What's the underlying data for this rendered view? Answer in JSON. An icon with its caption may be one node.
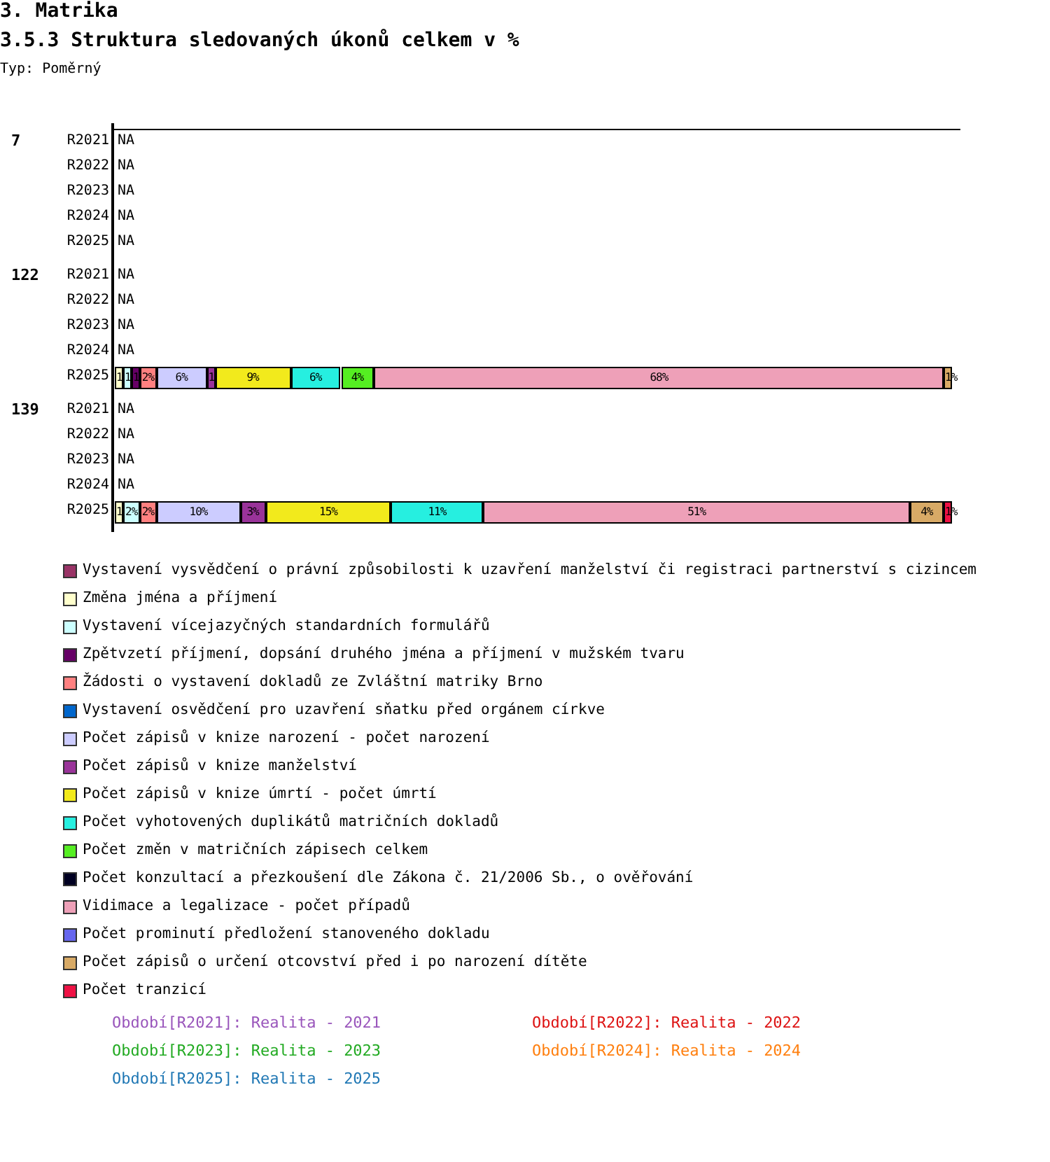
{
  "diagram": {
    "labels": [
      "3. Matrika",
      "3.5.3 Struktura sledovaných úkonů celkem v %",
      "Typ: Poměrný",
      "7",
      "122",
      "139",
      "Období[R2021]: Realita - 2021",
      "Období[R2022]: Realita - 2022",
      "Období[R2023]: Realita - 2023",
      "Období[R2024]: Realita - 2024",
      "Období[R2025]: Realita - 2025"
    ],
    "chart_data": {
      "type": "bar",
      "orientation": "horizontal",
      "stacked": true,
      "data_labels": true,
      "categories": [
        "R2021",
        "R2022",
        "R2023",
        "R2024",
        "R2025",
        "R2021",
        "R2022",
        "R2023",
        "R2024",
        "R2025",
        "R2021",
        "R2022",
        "R2023",
        "R2024",
        "R2025"
      ],
      "legend": true,
      "annotations": [
        "NA",
        "NA",
        "NA",
        "NA",
        "NA",
        "NA",
        "NA",
        "NA",
        "NA",
        "NA",
        "NA",
        "NA",
        "NA"
      ],
      "series": [
        {
          "name": "Vystavení vysvědčení o právní způsobilosti k uzavření manželství či registraci partnerství s cizincem",
          "color": "#993366",
          "values": [
            null,
            null,
            null,
            null,
            null,
            null,
            null,
            null,
            null,
            null,
            null,
            null,
            null,
            null,
            null
          ],
          "value_labels": [
            null,
            null,
            null,
            null,
            null,
            null,
            null,
            null,
            null,
            null,
            null,
            null,
            null,
            null,
            null
          ]
        },
        {
          "name": "Změna jména a příjmení",
          "color": "#ffffcc",
          "values": [
            null,
            null,
            null,
            null,
            null,
            null,
            null,
            null,
            null,
            1,
            null,
            null,
            null,
            null,
            1
          ],
          "value_labels": [
            null,
            null,
            null,
            null,
            null,
            null,
            null,
            null,
            null,
            "1",
            null,
            null,
            null,
            null,
            "1"
          ]
        },
        {
          "name": "Vystavení vícejazyčných standardních formulářů",
          "color": "#ccffff",
          "values": [
            null,
            null,
            null,
            null,
            null,
            null,
            null,
            null,
            null,
            1,
            null,
            null,
            null,
            null,
            2
          ],
          "value_labels": [
            null,
            null,
            null,
            null,
            null,
            null,
            null,
            null,
            null,
            "1",
            null,
            null,
            null,
            null,
            "2%"
          ]
        },
        {
          "name": "Zpětvzetí příjmení, dopsání druhého jména a příjmení v mužském tvaru",
          "color": "#660066",
          "values": [
            null,
            null,
            null,
            null,
            null,
            null,
            null,
            null,
            null,
            1,
            null,
            null,
            null,
            null,
            null
          ],
          "value_labels": [
            null,
            null,
            null,
            null,
            null,
            null,
            null,
            null,
            null,
            "1",
            null,
            null,
            null,
            null,
            null
          ]
        },
        {
          "name": "Žádosti o vystavení dokladů ze Zvláštní matriky Brno",
          "color": "#ff8080",
          "values": [
            null,
            null,
            null,
            null,
            null,
            null,
            null,
            null,
            null,
            2,
            null,
            null,
            null,
            null,
            2
          ],
          "value_labels": [
            null,
            null,
            null,
            null,
            null,
            null,
            null,
            null,
            null,
            "2%",
            null,
            null,
            null,
            null,
            "2%"
          ]
        },
        {
          "name": "Vystavení osvědčení pro uzavření sňatku před orgánem církve",
          "color": "#0066cc",
          "values": [
            null,
            null,
            null,
            null,
            null,
            null,
            null,
            null,
            null,
            null,
            null,
            null,
            null,
            null,
            null
          ],
          "value_labels": [
            null,
            null,
            null,
            null,
            null,
            null,
            null,
            null,
            null,
            null,
            null,
            null,
            null,
            null,
            null
          ]
        },
        {
          "name": "Počet zápisů v knize narození - počet narození",
          "color": "#ccccff",
          "values": [
            null,
            null,
            null,
            null,
            null,
            null,
            null,
            null,
            null,
            6,
            null,
            null,
            null,
            null,
            10
          ],
          "value_labels": [
            null,
            null,
            null,
            null,
            null,
            null,
            null,
            null,
            null,
            "6%",
            null,
            null,
            null,
            null,
            "10%"
          ]
        },
        {
          "name": "Počet zápisů v knize manželství",
          "color": "#993399",
          "values": [
            null,
            null,
            null,
            null,
            null,
            null,
            null,
            null,
            null,
            1,
            null,
            null,
            null,
            null,
            3
          ],
          "value_labels": [
            null,
            null,
            null,
            null,
            null,
            null,
            null,
            null,
            null,
            "1",
            null,
            null,
            null,
            null,
            "3%"
          ]
        },
        {
          "name": "Počet zápisů v knize úmrtí - počet úmrtí",
          "color": "#f2ea1c",
          "values": [
            null,
            null,
            null,
            null,
            null,
            null,
            null,
            null,
            null,
            9,
            null,
            null,
            null,
            null,
            15
          ],
          "value_labels": [
            null,
            null,
            null,
            null,
            null,
            null,
            null,
            null,
            null,
            "9%",
            null,
            null,
            null,
            null,
            "15%"
          ]
        },
        {
          "name": "Počet vyhotovených duplikátů matričních dokladů",
          "color": "#26efe0",
          "values": [
            null,
            null,
            null,
            null,
            null,
            null,
            null,
            null,
            null,
            6,
            null,
            null,
            null,
            null,
            11
          ],
          "value_labels": [
            null,
            null,
            null,
            null,
            null,
            null,
            null,
            null,
            null,
            "6%",
            null,
            null,
            null,
            null,
            "11%"
          ]
        },
        {
          "name": "Počet změn v matričních zápisech celkem",
          "color": "#55ee22",
          "values": [
            null,
            null,
            null,
            null,
            null,
            null,
            null,
            null,
            null,
            4,
            null,
            null,
            null,
            null,
            null
          ],
          "value_labels": [
            null,
            null,
            null,
            null,
            null,
            null,
            null,
            null,
            null,
            "4%",
            null,
            null,
            null,
            null,
            null
          ]
        },
        {
          "name": "Počet  konzultací a přezkoušení dle Zákona č. 21/2006 Sb., o ověřování",
          "color": "#000022",
          "values": [
            null,
            null,
            null,
            null,
            null,
            null,
            null,
            null,
            null,
            null,
            null,
            null,
            null,
            null,
            null
          ],
          "value_labels": [
            null,
            null,
            null,
            null,
            null,
            null,
            null,
            null,
            null,
            null,
            null,
            null,
            null,
            null,
            null
          ]
        },
        {
          "name": "Vidimace a legalizace - počet případů",
          "color": "#eea0b8",
          "values": [
            null,
            null,
            null,
            null,
            null,
            null,
            null,
            null,
            null,
            68,
            null,
            null,
            null,
            null,
            51
          ],
          "value_labels": [
            null,
            null,
            null,
            null,
            null,
            null,
            null,
            null,
            null,
            "68%",
            null,
            null,
            null,
            null,
            "51%"
          ]
        },
        {
          "name": "Počet prominutí předložení stanoveného dokladu",
          "color": "#6666ee",
          "values": [
            null,
            null,
            null,
            null,
            null,
            null,
            null,
            null,
            null,
            null,
            null,
            null,
            null,
            null,
            null
          ],
          "value_labels": [
            null,
            null,
            null,
            null,
            null,
            null,
            null,
            null,
            null,
            null,
            null,
            null,
            null,
            null,
            null
          ]
        },
        {
          "name": "Počet zápisů o určení otcovství před i po narození dítěte",
          "color": "#d8aa66",
          "values": [
            null,
            null,
            null,
            null,
            null,
            null,
            null,
            null,
            null,
            1,
            null,
            null,
            null,
            null,
            4
          ],
          "value_labels": [
            null,
            null,
            null,
            null,
            null,
            null,
            null,
            null,
            null,
            "1%",
            null,
            null,
            null,
            null,
            "4%"
          ]
        },
        {
          "name": "Počet tranzicí",
          "color": "#ee1144",
          "values": [
            null,
            null,
            null,
            null,
            null,
            null,
            null,
            null,
            null,
            null,
            null,
            null,
            null,
            null,
            1
          ],
          "value_labels": [
            null,
            null,
            null,
            null,
            null,
            null,
            null,
            null,
            null,
            null,
            null,
            null,
            null,
            null,
            "1%"
          ]
        }
      ]
    }
  }
}
